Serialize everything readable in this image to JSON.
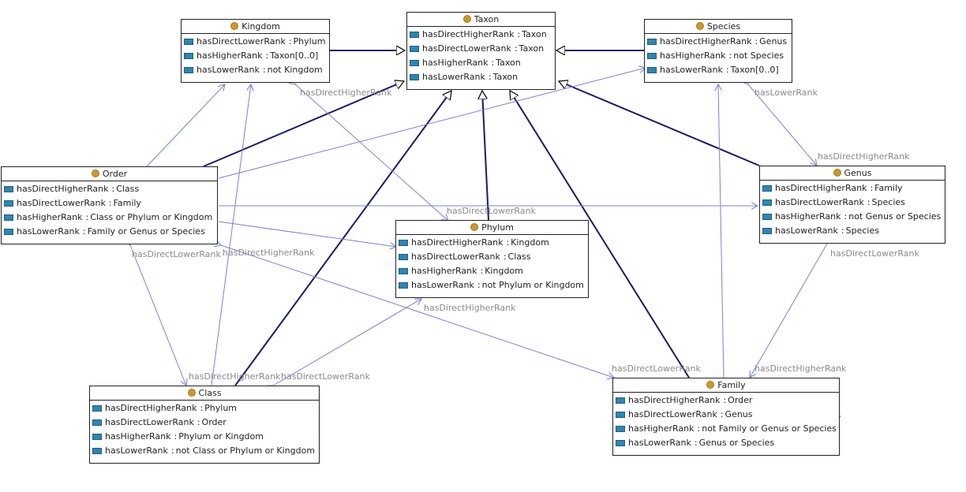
{
  "classes": {
    "taxon": {
      "name": "Taxon",
      "props": [
        {
          "name": "hasDirectHigherRank",
          "range": "Taxon"
        },
        {
          "name": "hasDirectLowerRank",
          "range": "Taxon"
        },
        {
          "name": "hasHigherRank",
          "range": "Taxon"
        },
        {
          "name": "hasLowerRank",
          "range": "Taxon"
        }
      ]
    },
    "kingdom": {
      "name": "Kingdom",
      "props": [
        {
          "name": "hasDirectLowerRank",
          "range": "Phylum"
        },
        {
          "name": "hasHigherRank",
          "range": "Taxon[0..0]"
        },
        {
          "name": "hasLowerRank",
          "range": "not Kingdom"
        }
      ]
    },
    "species": {
      "name": "Species",
      "props": [
        {
          "name": "hasDirectHigherRank",
          "range": "Genus"
        },
        {
          "name": "hasHigherRank",
          "range": "not Species"
        },
        {
          "name": "hasLowerRank",
          "range": "Taxon[0..0]"
        }
      ]
    },
    "order": {
      "name": "Order",
      "props": [
        {
          "name": "hasDirectHigherRank",
          "range": "Class"
        },
        {
          "name": "hasDirectLowerRank",
          "range": "Family"
        },
        {
          "name": "hasHigherRank",
          "range": "Class or Phylum or Kingdom"
        },
        {
          "name": "hasLowerRank",
          "range": "Family or Genus or Species"
        }
      ]
    },
    "genus": {
      "name": "Genus",
      "props": [
        {
          "name": "hasDirectHigherRank",
          "range": "Family"
        },
        {
          "name": "hasDirectLowerRank",
          "range": "Species"
        },
        {
          "name": "hasHigherRank",
          "range": "not Genus or Species"
        },
        {
          "name": "hasLowerRank",
          "range": "Species"
        }
      ]
    },
    "phylum": {
      "name": "Phylum",
      "props": [
        {
          "name": "hasDirectHigherRank",
          "range": "Kingdom"
        },
        {
          "name": "hasDirectLowerRank",
          "range": "Class"
        },
        {
          "name": "hasHigherRank",
          "range": "Kingdom"
        },
        {
          "name": "hasLowerRank",
          "range": "not Phylum or Kingdom"
        }
      ]
    },
    "class": {
      "name": "Class",
      "props": [
        {
          "name": "hasDirectHigherRank",
          "range": "Phylum"
        },
        {
          "name": "hasDirectLowerRank",
          "range": "Order"
        },
        {
          "name": "hasHigherRank",
          "range": "Phylum or Kingdom"
        },
        {
          "name": "hasLowerRank",
          "range": "not Class or Phylum or Kingdom"
        }
      ]
    },
    "family": {
      "name": "Family",
      "props": [
        {
          "name": "hasDirectHigherRank",
          "range": "Order"
        },
        {
          "name": "hasDirectLowerRank",
          "range": "Genus"
        },
        {
          "name": "hasHigherRank",
          "range": "not Family or Genus or Species"
        },
        {
          "name": "hasLowerRank",
          "range": "Genus or Species"
        }
      ]
    }
  },
  "edge_labels": [
    "hasDirectHigherRank",
    "hasLowerRank",
    "hasDirectHigherRank",
    "hasDirectLowerRank",
    "hasDirectLowerRank",
    "hasDirectHigherRank",
    "hasDirectLowerRank",
    "hasDirectHigherRank",
    "hasDirectHigherRank",
    "hasDirectLowerRank",
    "hasDirectLowerRank",
    "hasDirectHigherRank"
  ],
  "colors": {
    "subclass_edge": "#1a1a66",
    "property_edge": "#7b7fdc",
    "label_text": "#8a8a8a",
    "class_dot": "#c99a2e",
    "property_icon": "#2e86b0"
  }
}
